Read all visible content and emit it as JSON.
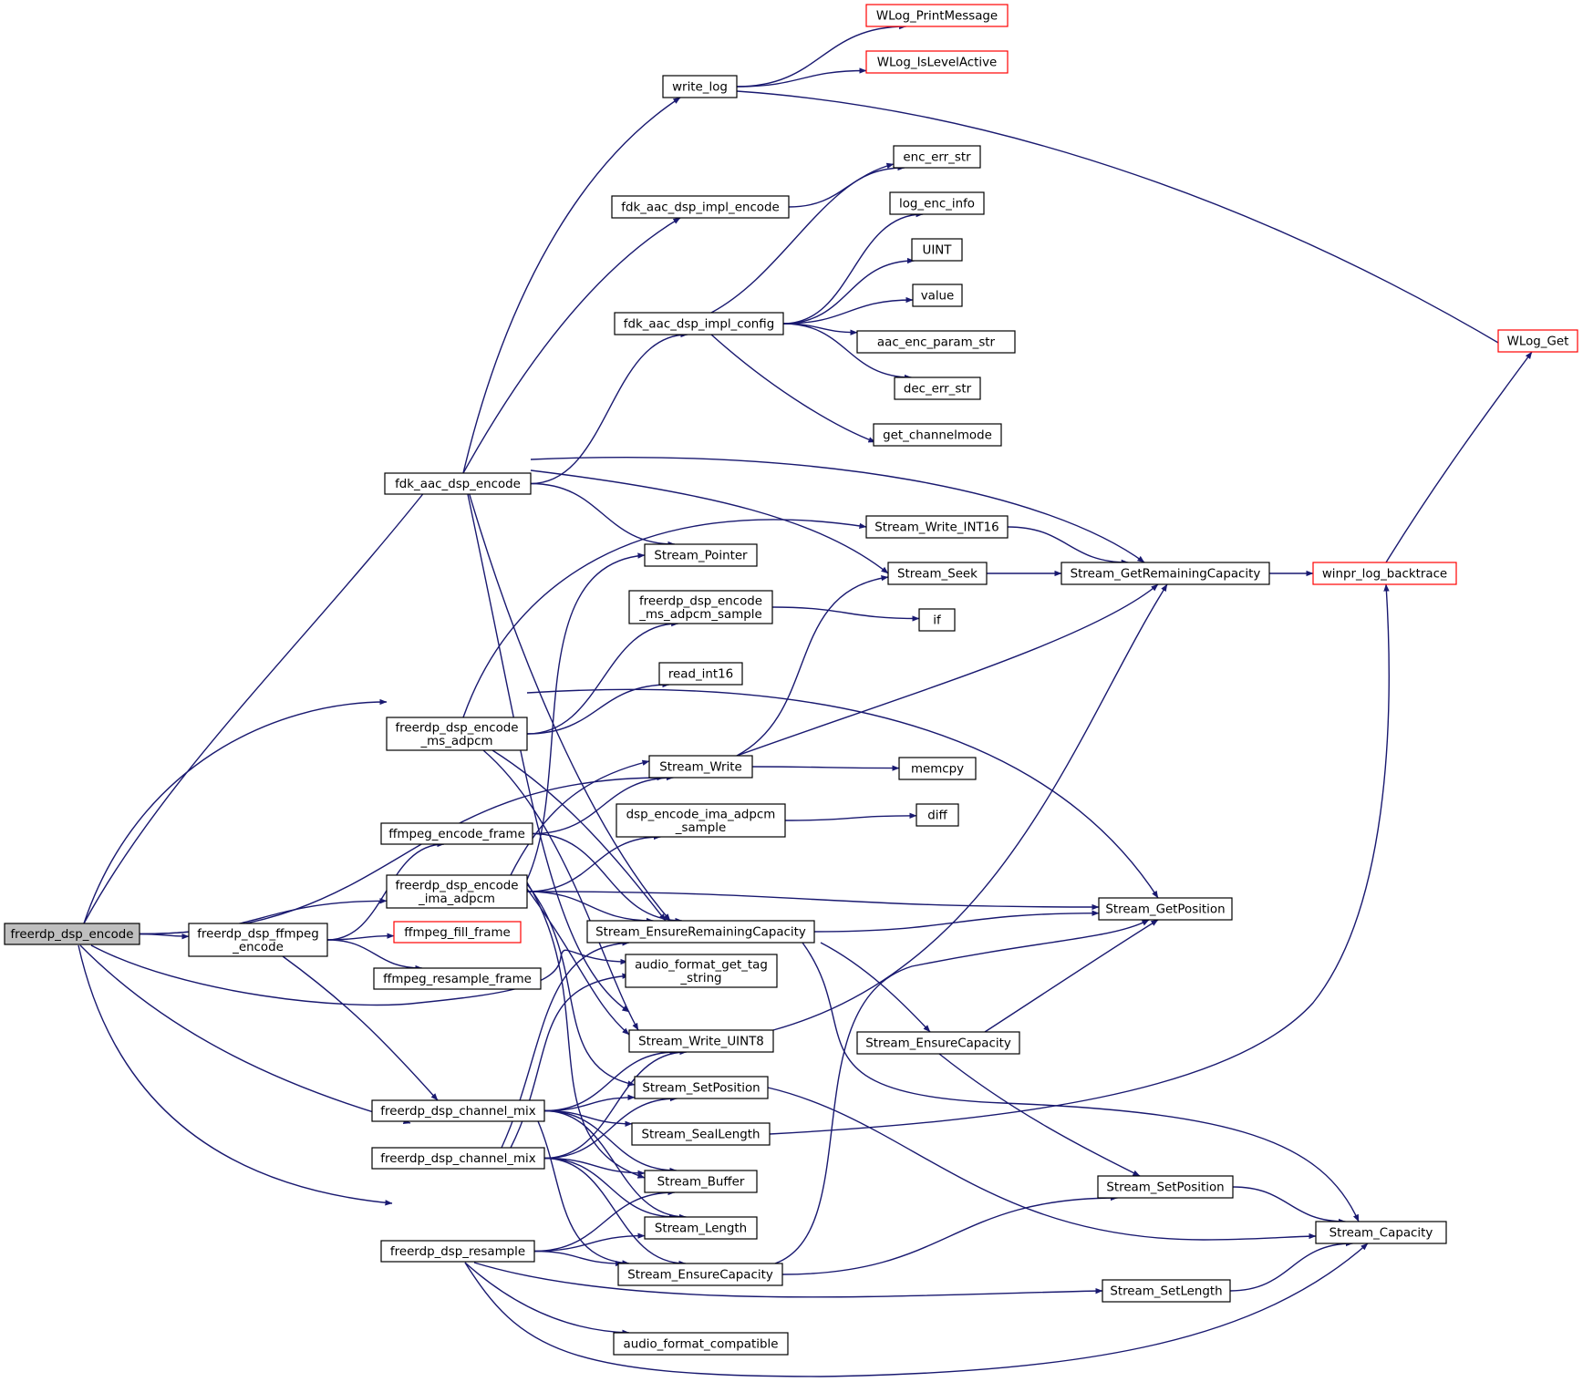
{
  "colors": {
    "edge": "#191970",
    "border": "#000000",
    "truncated_border": "#ff0000",
    "root_fill": "#bfbfbf",
    "node_fill": "#ffffff",
    "text": "#000000"
  },
  "nodes": [
    {
      "id": "root",
      "lines": [
        "freerdp_dsp_encode"
      ],
      "style": "root"
    },
    {
      "id": "fdk_enc",
      "lines": [
        "fdk_aac_dsp_encode"
      ]
    },
    {
      "id": "ms_adpcm",
      "lines": [
        "freerdp_dsp_encode",
        "_ms_adpcm"
      ]
    },
    {
      "id": "ffmpeg_enc_frame",
      "lines": [
        "ffmpeg_encode_frame"
      ]
    },
    {
      "id": "ima_adpcm",
      "lines": [
        "freerdp_dsp_encode",
        "_ima_adpcm"
      ]
    },
    {
      "id": "ffmpeg_encode",
      "lines": [
        "freerdp_dsp_ffmpeg",
        "_encode"
      ]
    },
    {
      "id": "channel_mix1",
      "lines": [
        "freerdp_dsp_channel_mix"
      ]
    },
    {
      "id": "channel_mix2",
      "lines": [
        "freerdp_dsp_channel_mix"
      ]
    },
    {
      "id": "resample",
      "lines": [
        "freerdp_dsp_resample"
      ]
    },
    {
      "id": "write_log",
      "lines": [
        "write_log"
      ]
    },
    {
      "id": "fdk_impl_enc",
      "lines": [
        "fdk_aac_dsp_impl_encode"
      ]
    },
    {
      "id": "fdk_impl_cfg",
      "lines": [
        "fdk_aac_dsp_impl_config"
      ]
    },
    {
      "id": "s_pointer",
      "lines": [
        "Stream_Pointer"
      ]
    },
    {
      "id": "ms_sample",
      "lines": [
        "freerdp_dsp_encode",
        "_ms_adpcm_sample"
      ]
    },
    {
      "id": "read_int16",
      "lines": [
        "read_int16"
      ]
    },
    {
      "id": "s_write",
      "lines": [
        "Stream_Write"
      ]
    },
    {
      "id": "ima_sample",
      "lines": [
        "dsp_encode_ima_adpcm",
        "_sample"
      ]
    },
    {
      "id": "s_ensure_rem",
      "lines": [
        "Stream_EnsureRemainingCapacity"
      ]
    },
    {
      "id": "aftag",
      "lines": [
        "audio_format_get_tag",
        "_string"
      ]
    },
    {
      "id": "s_write_u8",
      "lines": [
        "Stream_Write_UINT8"
      ]
    },
    {
      "id": "s_setpos_a",
      "lines": [
        "Stream_SetPosition"
      ]
    },
    {
      "id": "s_seal",
      "lines": [
        "Stream_SealLength"
      ]
    },
    {
      "id": "s_buffer",
      "lines": [
        "Stream_Buffer"
      ]
    },
    {
      "id": "s_length",
      "lines": [
        "Stream_Length"
      ]
    },
    {
      "id": "s_ensure_cap_a",
      "lines": [
        "Stream_EnsureCapacity"
      ]
    },
    {
      "id": "af_compat",
      "lines": [
        "audio_format_compatible"
      ]
    },
    {
      "id": "ffmpeg_fill",
      "lines": [
        "ffmpeg_fill_frame"
      ],
      "style": "truncated"
    },
    {
      "id": "ffmpeg_resample",
      "lines": [
        "ffmpeg_resample_frame"
      ]
    },
    {
      "id": "wlog_print",
      "lines": [
        "WLog_PrintMessage"
      ],
      "style": "truncated"
    },
    {
      "id": "wlog_isactive",
      "lines": [
        "WLog_IsLevelActive"
      ],
      "style": "truncated"
    },
    {
      "id": "enc_err",
      "lines": [
        "enc_err_str"
      ]
    },
    {
      "id": "log_enc",
      "lines": [
        "log_enc_info"
      ]
    },
    {
      "id": "uint",
      "lines": [
        "UINT"
      ]
    },
    {
      "id": "value",
      "lines": [
        "value"
      ]
    },
    {
      "id": "aac_param",
      "lines": [
        "aac_enc_param_str"
      ]
    },
    {
      "id": "dec_err",
      "lines": [
        "dec_err_str"
      ]
    },
    {
      "id": "get_chmode",
      "lines": [
        "get_channelmode"
      ]
    },
    {
      "id": "s_write_i16",
      "lines": [
        "Stream_Write_INT16"
      ]
    },
    {
      "id": "s_seek",
      "lines": [
        "Stream_Seek"
      ]
    },
    {
      "id": "if",
      "lines": [
        "if"
      ]
    },
    {
      "id": "memcpy",
      "lines": [
        "memcpy"
      ]
    },
    {
      "id": "diff",
      "lines": [
        "diff"
      ]
    },
    {
      "id": "s_getrem",
      "lines": [
        "Stream_GetRemainingCapacity"
      ]
    },
    {
      "id": "s_getpos",
      "lines": [
        "Stream_GetPosition"
      ]
    },
    {
      "id": "s_ensure_cap_b",
      "lines": [
        "Stream_EnsureCapacity"
      ]
    },
    {
      "id": "s_setpos_b",
      "lines": [
        "Stream_SetPosition"
      ]
    },
    {
      "id": "s_setlen",
      "lines": [
        "Stream_SetLength"
      ]
    },
    {
      "id": "winpr_bt",
      "lines": [
        "winpr_log_backtrace"
      ],
      "style": "truncated"
    },
    {
      "id": "s_capacity",
      "lines": [
        "Stream_Capacity"
      ]
    },
    {
      "id": "wlog_get",
      "lines": [
        "WLog_Get"
      ],
      "style": "truncated"
    }
  ],
  "edges": [
    [
      "root",
      "fdk_enc"
    ],
    [
      "root",
      "ms_adpcm"
    ],
    [
      "root",
      "s_write"
    ],
    [
      "root",
      "ima_adpcm"
    ],
    [
      "root",
      "ffmpeg_encode"
    ],
    [
      "root",
      "aftag"
    ],
    [
      "root",
      "channel_mix2"
    ],
    [
      "root",
      "resample"
    ],
    [
      "fdk_enc",
      "write_log"
    ],
    [
      "fdk_enc",
      "fdk_impl_enc"
    ],
    [
      "fdk_enc",
      "fdk_impl_cfg"
    ],
    [
      "fdk_enc",
      "s_getrem"
    ],
    [
      "fdk_enc",
      "s_seek"
    ],
    [
      "fdk_enc",
      "s_pointer"
    ],
    [
      "fdk_enc",
      "s_ensure_rem"
    ],
    [
      "fdk_enc",
      "s_write_u8"
    ],
    [
      "write_log",
      "wlog_print"
    ],
    [
      "write_log",
      "wlog_isactive"
    ],
    [
      "write_log",
      "wlog_get"
    ],
    [
      "fdk_impl_enc",
      "enc_err"
    ],
    [
      "fdk_impl_cfg",
      "enc_err"
    ],
    [
      "fdk_impl_cfg",
      "log_enc"
    ],
    [
      "fdk_impl_cfg",
      "uint"
    ],
    [
      "fdk_impl_cfg",
      "value"
    ],
    [
      "fdk_impl_cfg",
      "aac_param"
    ],
    [
      "fdk_impl_cfg",
      "dec_err"
    ],
    [
      "fdk_impl_cfg",
      "get_chmode"
    ],
    [
      "ms_adpcm",
      "s_write_i16"
    ],
    [
      "ms_adpcm",
      "ms_sample"
    ],
    [
      "ms_adpcm",
      "read_int16"
    ],
    [
      "ms_adpcm",
      "s_getpos"
    ],
    [
      "ms_adpcm",
      "s_ensure_rem"
    ],
    [
      "ms_adpcm",
      "s_write_u8"
    ],
    [
      "ms_sample",
      "if"
    ],
    [
      "s_write",
      "s_seek"
    ],
    [
      "s_write",
      "s_getrem"
    ],
    [
      "s_write",
      "memcpy"
    ],
    [
      "ffmpeg_enc_frame",
      "s_write"
    ],
    [
      "ffmpeg_enc_frame",
      "s_ensure_rem"
    ],
    [
      "ima_adpcm",
      "s_write"
    ],
    [
      "ima_adpcm",
      "ima_sample"
    ],
    [
      "ima_adpcm",
      "s_getpos"
    ],
    [
      "ima_adpcm",
      "s_ensure_rem"
    ],
    [
      "ima_adpcm",
      "s_pointer"
    ],
    [
      "ima_adpcm",
      "s_write_u8"
    ],
    [
      "ima_adpcm",
      "s_setpos_a"
    ],
    [
      "ima_adpcm",
      "s_buffer"
    ],
    [
      "ima_sample",
      "diff"
    ],
    [
      "ffmpeg_encode",
      "ffmpeg_enc_frame"
    ],
    [
      "ffmpeg_encode",
      "ffmpeg_fill"
    ],
    [
      "ffmpeg_encode",
      "ffmpeg_resample"
    ],
    [
      "ffmpeg_encode",
      "channel_mix1"
    ],
    [
      "s_ensure_rem",
      "s_getpos"
    ],
    [
      "s_ensure_rem",
      "s_ensure_cap_b"
    ],
    [
      "s_ensure_rem",
      "s_capacity"
    ],
    [
      "s_write_u8",
      "s_getrem"
    ],
    [
      "channel_mix1",
      "s_write_u8"
    ],
    [
      "channel_mix1",
      "s_setpos_a"
    ],
    [
      "channel_mix1",
      "s_seal"
    ],
    [
      "channel_mix1",
      "s_buffer"
    ],
    [
      "channel_mix1",
      "s_length"
    ],
    [
      "channel_mix1",
      "s_ensure_cap_a"
    ],
    [
      "channel_mix2",
      "aftag"
    ],
    [
      "channel_mix2",
      "s_write_u8"
    ],
    [
      "channel_mix2",
      "s_setpos_a"
    ],
    [
      "channel_mix2",
      "s_buffer"
    ],
    [
      "channel_mix2",
      "s_length"
    ],
    [
      "channel_mix2",
      "s_ensure_cap_a"
    ],
    [
      "channel_mix2",
      "s_ensure_rem"
    ],
    [
      "resample",
      "s_buffer"
    ],
    [
      "resample",
      "s_length"
    ],
    [
      "resample",
      "s_ensure_cap_a"
    ],
    [
      "resample",
      "af_compat"
    ],
    [
      "resample",
      "s_setlen"
    ],
    [
      "resample",
      "s_capacity"
    ],
    [
      "s_seek",
      "s_getrem"
    ],
    [
      "s_write_i16",
      "s_getrem"
    ],
    [
      "s_getrem",
      "winpr_bt"
    ],
    [
      "winpr_bt",
      "wlog_get"
    ],
    [
      "s_seal",
      "winpr_bt"
    ],
    [
      "s_ensure_cap_a",
      "s_getpos"
    ],
    [
      "s_ensure_cap_a",
      "s_setpos_b"
    ],
    [
      "s_ensure_cap_b",
      "s_getpos"
    ],
    [
      "s_ensure_cap_b",
      "s_setpos_b"
    ],
    [
      "s_setpos_b",
      "s_capacity"
    ],
    [
      "s_setlen",
      "s_capacity"
    ],
    [
      "s_setpos_a",
      "s_capacity"
    ]
  ]
}
